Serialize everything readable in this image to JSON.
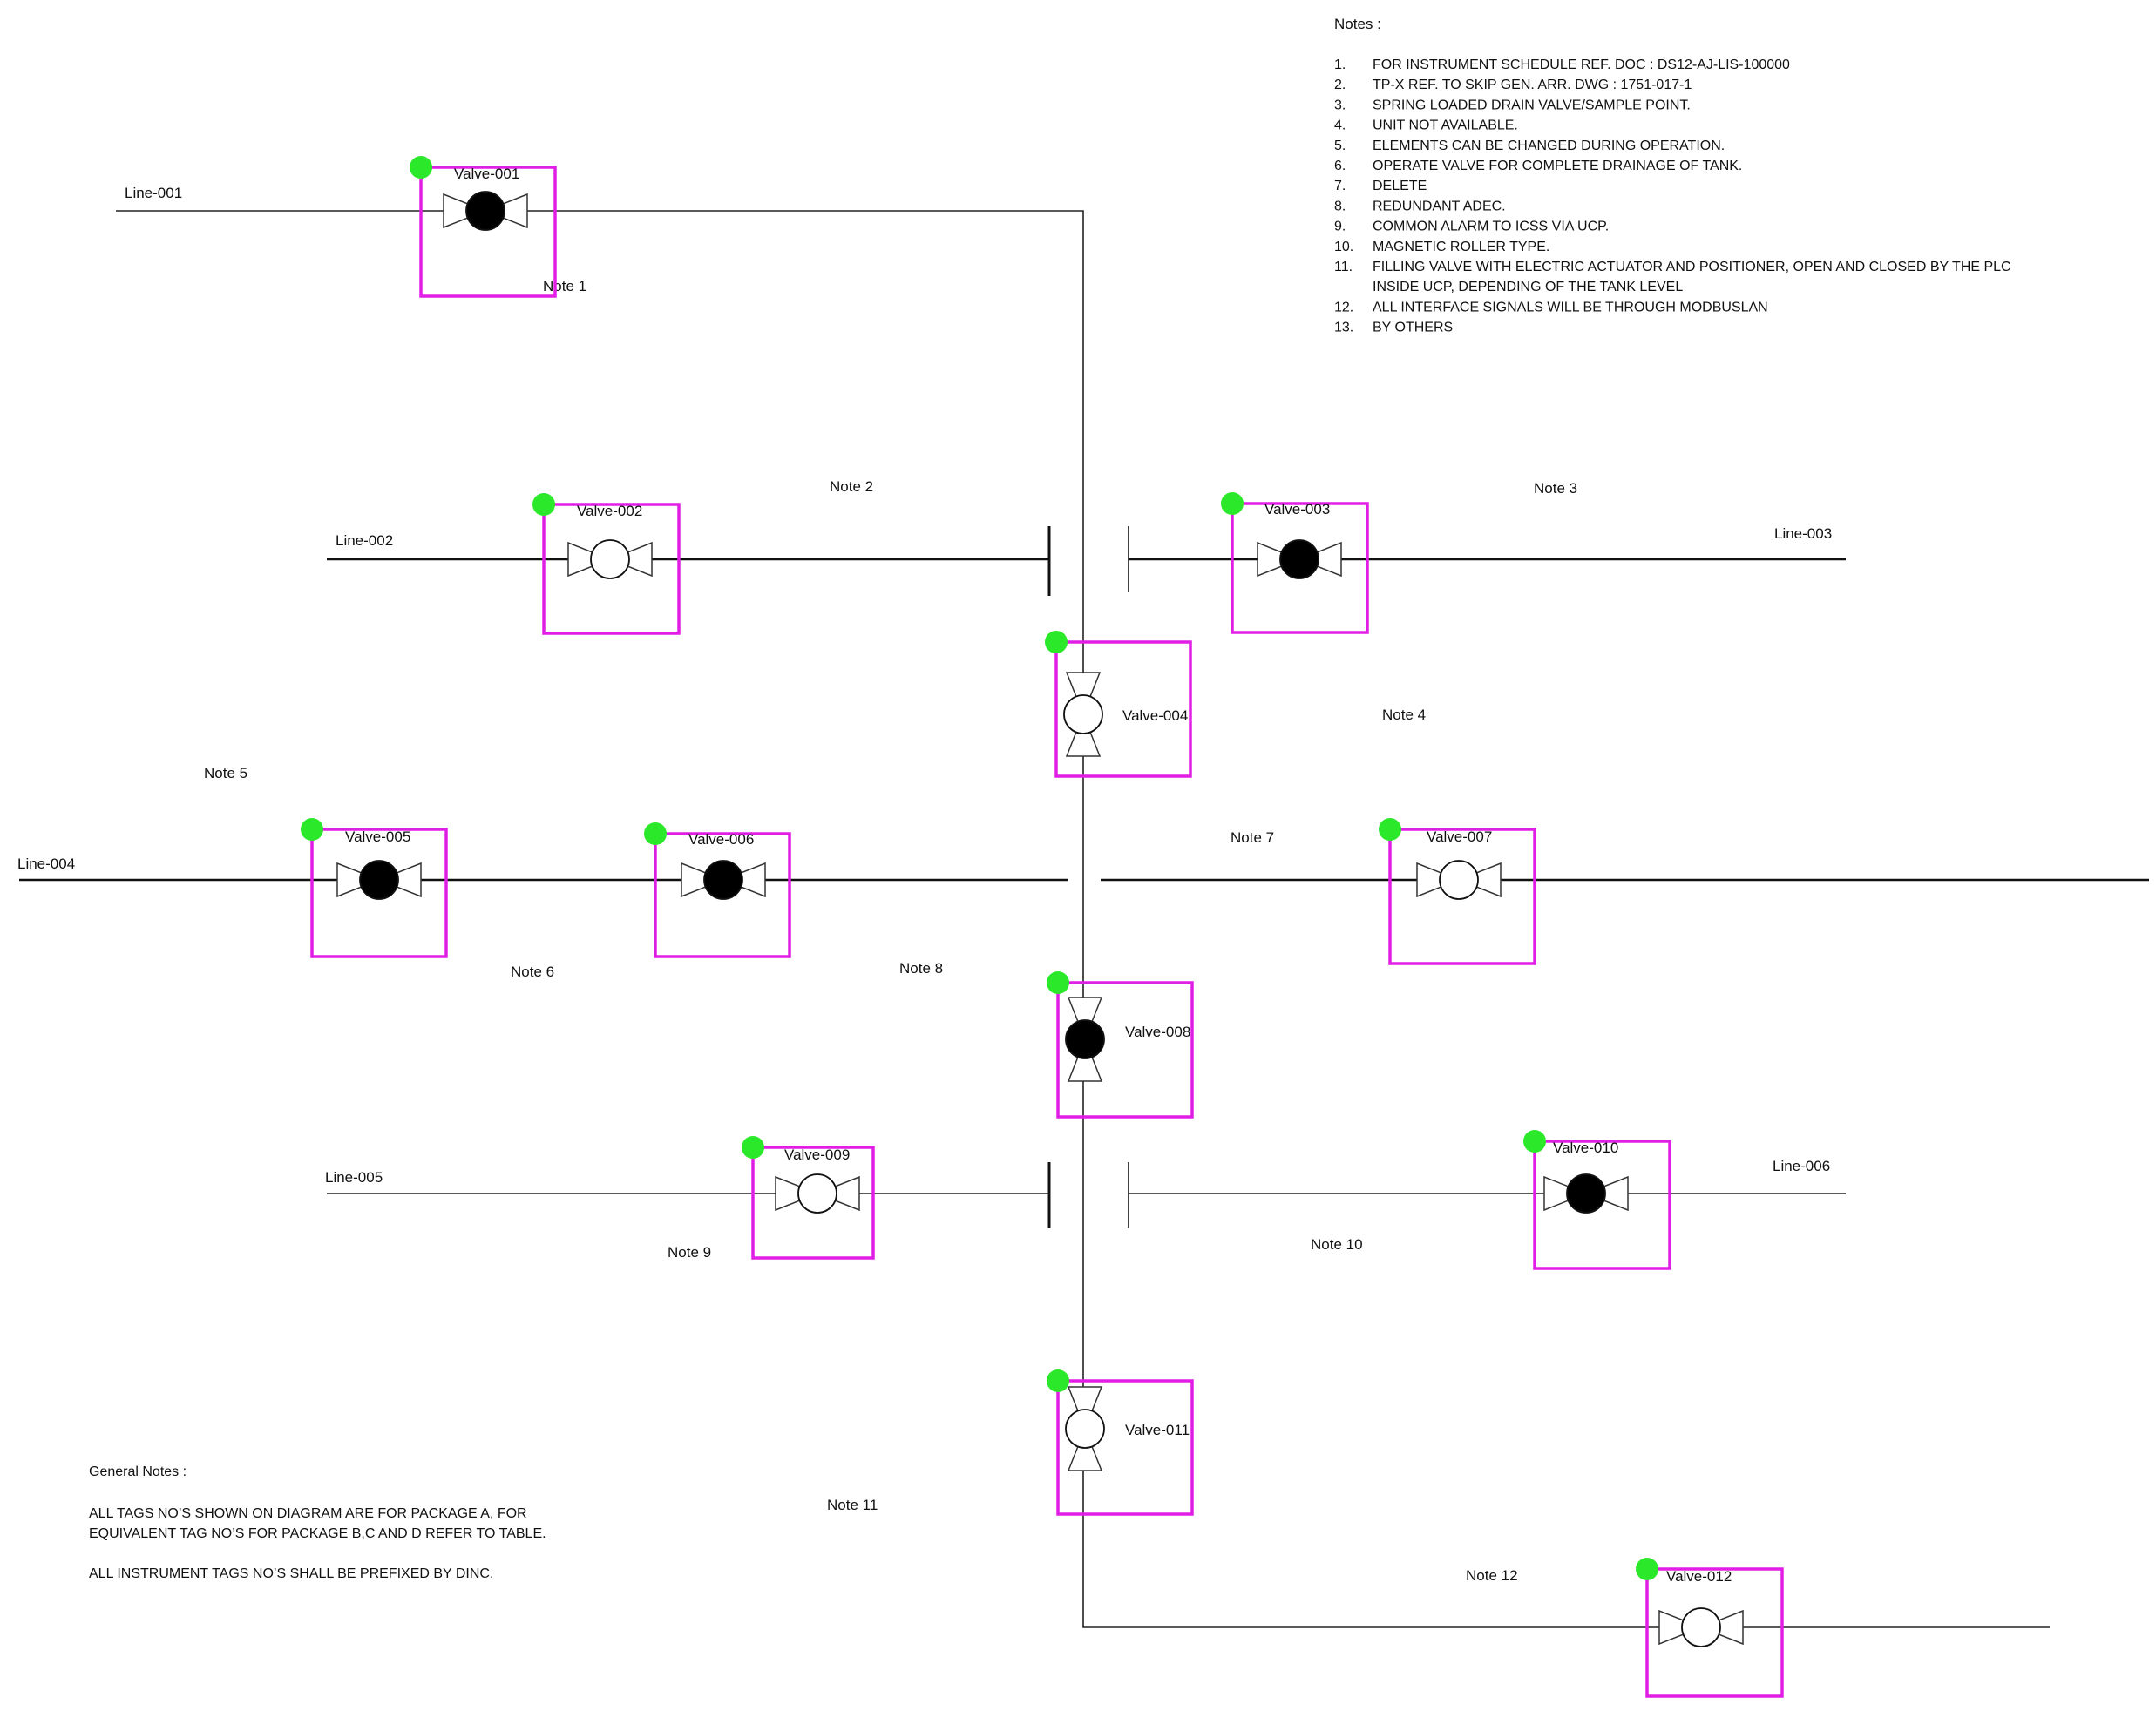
{
  "colors": {
    "selection_box": "#e11ee6",
    "anchor_dot": "#2be82b",
    "ball_closed": "#000000",
    "ball_open": "#ffffff"
  },
  "lines": [
    {
      "id": "line-001",
      "label": "Line-001"
    },
    {
      "id": "line-002",
      "label": "Line-002"
    },
    {
      "id": "line-003",
      "label": "Line-003"
    },
    {
      "id": "line-004",
      "label": "Line-004"
    },
    {
      "id": "line-005",
      "label": "Line-005"
    },
    {
      "id": "line-006",
      "label": "Line-006"
    }
  ],
  "valves": [
    {
      "id": "valve-001",
      "label": "Valve-001",
      "orientation": "horizontal",
      "state": "closed"
    },
    {
      "id": "valve-002",
      "label": "Valve-002",
      "orientation": "horizontal",
      "state": "open"
    },
    {
      "id": "valve-003",
      "label": "Valve-003",
      "orientation": "horizontal",
      "state": "closed"
    },
    {
      "id": "valve-004",
      "label": "Valve-004",
      "orientation": "vertical",
      "state": "open"
    },
    {
      "id": "valve-005",
      "label": "Valve-005",
      "orientation": "horizontal",
      "state": "closed"
    },
    {
      "id": "valve-006",
      "label": "Valve-006",
      "orientation": "horizontal",
      "state": "closed"
    },
    {
      "id": "valve-007",
      "label": "Valve-007",
      "orientation": "horizontal",
      "state": "open"
    },
    {
      "id": "valve-008",
      "label": "Valve-008",
      "orientation": "vertical",
      "state": "closed"
    },
    {
      "id": "valve-009",
      "label": "Valve-009",
      "orientation": "horizontal",
      "state": "open"
    },
    {
      "id": "valve-010",
      "label": "Valve-010",
      "orientation": "horizontal",
      "state": "closed"
    },
    {
      "id": "valve-011",
      "label": "Valve-011",
      "orientation": "vertical",
      "state": "open"
    },
    {
      "id": "valve-012",
      "label": "Valve-012",
      "orientation": "horizontal",
      "state": "open"
    }
  ],
  "note_refs": [
    "Note 1",
    "Note 2",
    "Note 3",
    "Note 4",
    "Note 5",
    "Note 6",
    "Note 7",
    "Note 8",
    "Note 9",
    "Note 10",
    "Note 11",
    "Note 12"
  ],
  "notes": {
    "title": "Notes :",
    "items": [
      {
        "num": "1.",
        "text": "FOR INSTRUMENT SCHEDULE REF. DOC : DS12-AJ-LIS-100000"
      },
      {
        "num": "2.",
        "text": "TP-X  REF. TO SKIP GEN. ARR. DWG : 1751-017-1"
      },
      {
        "num": "3.",
        "text": "SPRING LOADED DRAIN VALVE/SAMPLE POINT."
      },
      {
        "num": "4.",
        "text": "UNIT NOT AVAILABLE."
      },
      {
        "num": "5.",
        "text": "ELEMENTS CAN BE CHANGED DURING OPERATION."
      },
      {
        "num": "6.",
        "text": "OPERATE VALVE FOR COMPLETE DRAINAGE OF TANK."
      },
      {
        "num": "7.",
        "text": "DELETE"
      },
      {
        "num": "8.",
        "text": "REDUNDANT ADEC."
      },
      {
        "num": "9.",
        "text": "COMMON ALARM TO ICSS VIA UCP."
      },
      {
        "num": "10.",
        "text": "MAGNETIC ROLLER TYPE."
      },
      {
        "num": "11.",
        "text": "FILLING VALVE WITH ELECTRIC ACTUATOR AND POSITIONER, OPEN AND CLOSED BY THE PLC"
      },
      {
        "num": "",
        "text": "INSIDE UCP, DEPENDING OF THE TANK LEVEL"
      },
      {
        "num": "12.",
        "text": "ALL INTERFACE SIGNALS WILL BE THROUGH MODBUSLAN"
      },
      {
        "num": "13.",
        "text": "BY OTHERS"
      }
    ]
  },
  "general_notes": {
    "title": "General Notes :",
    "lines": [
      "ALL TAGS NO’S SHOWN ON DIAGRAM ARE FOR PACKAGE A, FOR",
      "EQUIVALENT TAG NO’S FOR PACKAGE B,C AND D REFER TO TABLE.",
      "",
      "ALL INSTRUMENT TAGS NO’S SHALL BE PREFIXED BY DINC."
    ]
  }
}
